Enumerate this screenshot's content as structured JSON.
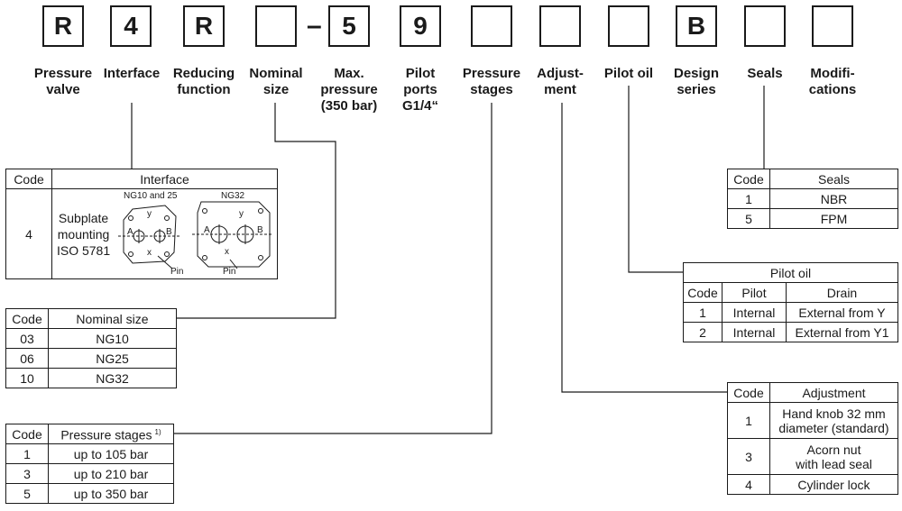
{
  "code": {
    "positions": [
      {
        "value": "R",
        "label": "Pressure\nvalve"
      },
      {
        "value": "4",
        "label": "Interface"
      },
      {
        "value": "R",
        "label": "Reducing\nfunction"
      },
      {
        "value": "",
        "label": "Nominal\nsize"
      },
      {
        "value": "5",
        "label": "Max.\npressure\n(350 bar)"
      },
      {
        "value": "9",
        "label": "Pilot\nports\nG1/4“"
      },
      {
        "value": "",
        "label": "Pressure\nstages"
      },
      {
        "value": "",
        "label": "Adjust-\nment"
      },
      {
        "value": "",
        "label": "Pilot oil"
      },
      {
        "value": "B",
        "label": "Design\nseries"
      },
      {
        "value": "",
        "label": "Seals"
      },
      {
        "value": "",
        "label": "Modifi-\ncations"
      }
    ],
    "separator": "–"
  },
  "interface_table": {
    "headers": [
      "Code",
      "Interface"
    ],
    "row": {
      "code": "4",
      "text": "Subplate\nmounting\nISO 5781"
    },
    "drawing": {
      "ng10_label": "NG10 and 25",
      "ng32_label": "NG32",
      "port_a": "A",
      "port_b": "B",
      "port_x": "x",
      "port_y": "y",
      "pin": "Pin"
    }
  },
  "nominal_size_table": {
    "headers": [
      "Code",
      "Nominal size"
    ],
    "rows": [
      [
        "03",
        "NG10"
      ],
      [
        "06",
        "NG25"
      ],
      [
        "10",
        "NG32"
      ]
    ]
  },
  "pressure_stages_table": {
    "headers": [
      "Code",
      "Pressure stages"
    ],
    "footnote": "1)",
    "rows": [
      [
        "1",
        "up to 105 bar"
      ],
      [
        "3",
        "up to 210 bar"
      ],
      [
        "5",
        "up to 350 bar"
      ]
    ]
  },
  "seals_table": {
    "headers": [
      "Code",
      "Seals"
    ],
    "rows": [
      [
        "1",
        "NBR"
      ],
      [
        "5",
        "FPM"
      ]
    ]
  },
  "pilot_oil_table": {
    "title": "Pilot oil",
    "headers": [
      "Code",
      "Pilot",
      "Drain"
    ],
    "rows": [
      [
        "1",
        "Internal",
        "External from Y"
      ],
      [
        "2",
        "Internal",
        "External from Y1"
      ]
    ]
  },
  "adjustment_table": {
    "headers": [
      "Code",
      "Adjustment"
    ],
    "rows": [
      [
        "1",
        "Hand knob 32 mm\ndiameter (standard)"
      ],
      [
        "3",
        "Acorn nut\nwith lead seal"
      ],
      [
        "4",
        "Cylinder lock"
      ]
    ]
  }
}
